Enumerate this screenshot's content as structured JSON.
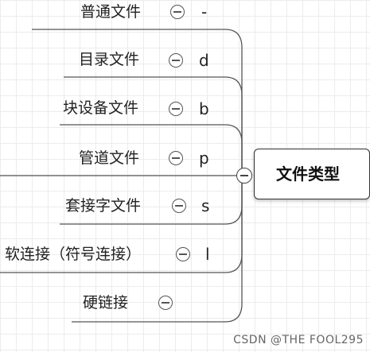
{
  "root": {
    "label": "文件类型"
  },
  "branches": [
    {
      "label": "普通文件",
      "code": "-"
    },
    {
      "label": "目录文件",
      "code": "d"
    },
    {
      "label": "块设备文件",
      "code": "b"
    },
    {
      "label": "管道文件",
      "code": "p"
    },
    {
      "label": "套接字文件",
      "code": "s"
    },
    {
      "label": "软连接（符号连接）",
      "code": "l"
    },
    {
      "label": "硬链接",
      "code": ""
    }
  ],
  "watermark": "CSDN @THE FOOL295",
  "colors": {
    "connector": "#555555",
    "grid": "#ececec",
    "text": "#222222"
  }
}
